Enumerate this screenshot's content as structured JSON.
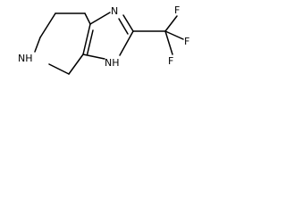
{
  "molecule": {
    "atoms": {
      "n_imidazole_top": "N",
      "nh_imidazole": "NH",
      "nh_ring": "NH",
      "f1": "F",
      "f2": "F",
      "f3": "F"
    },
    "colors": {
      "bond": "#000000",
      "label": "#000000",
      "background": "#ffffff"
    }
  }
}
